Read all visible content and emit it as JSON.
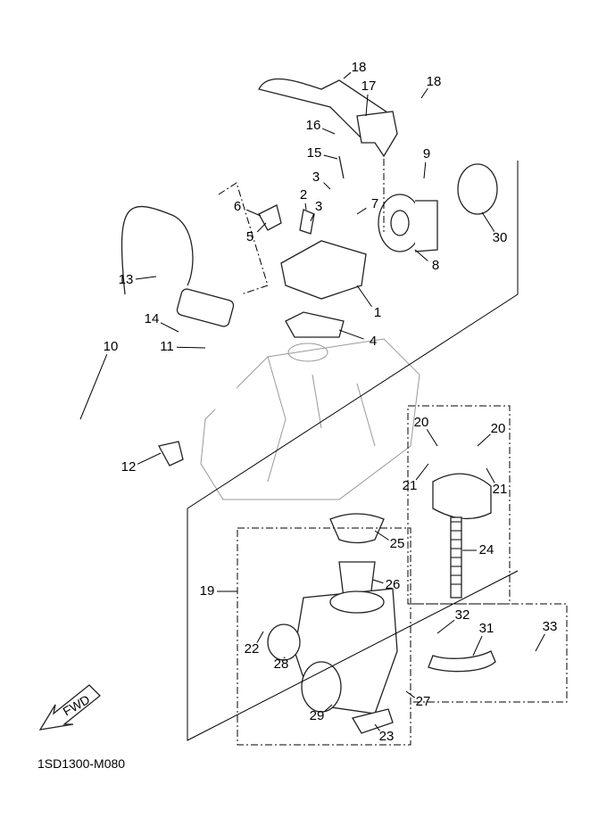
{
  "diagram": {
    "callouts": [
      "18",
      "17",
      "18",
      "16",
      "9",
      "15",
      "3",
      "2",
      "3",
      "7",
      "6",
      "5",
      "30",
      "8",
      "13",
      "1",
      "14",
      "4",
      "10",
      "11",
      "12",
      "20",
      "20",
      "21",
      "21",
      "25",
      "24",
      "19",
      "26",
      "32",
      "31",
      "33",
      "22",
      "28",
      "27",
      "29",
      "23"
    ],
    "fwd_label": "FWD",
    "drawing_code": "1SD1300-M080"
  }
}
